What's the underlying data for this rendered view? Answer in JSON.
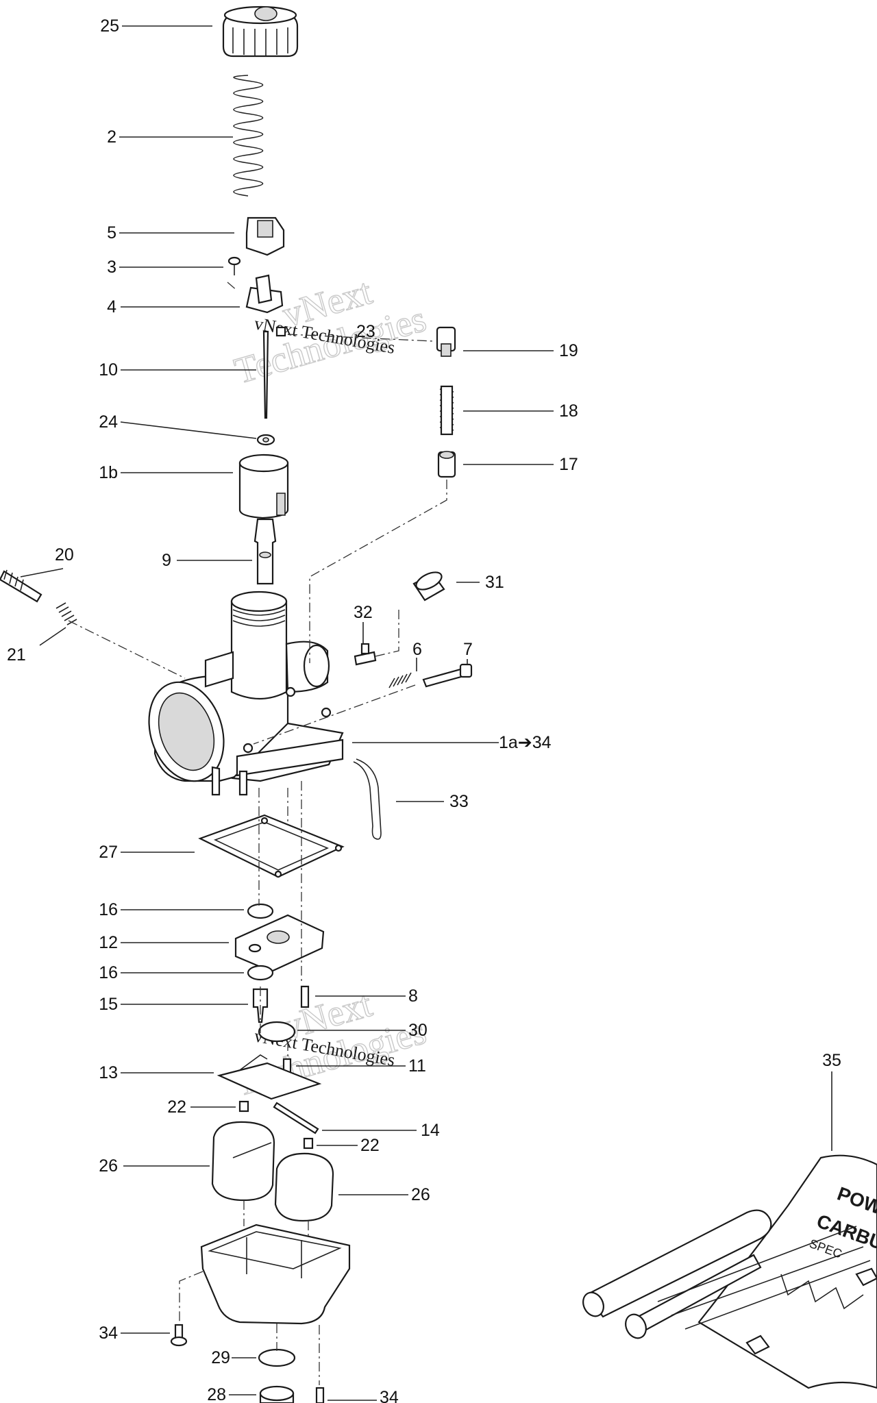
{
  "labels": {
    "l25": "25",
    "l2": "2",
    "l5": "5",
    "l3": "3",
    "l4": "4",
    "l23": "23",
    "l10": "10",
    "l19": "19",
    "l18": "18",
    "l24": "24",
    "l17": "17",
    "l1b": "1b",
    "l9": "9",
    "l20": "20",
    "l31": "31",
    "l32": "32",
    "l21": "21",
    "l6": "6",
    "l7": "7",
    "l1a34": "1a➔34",
    "l33": "33",
    "l27": "27",
    "l16a": "16",
    "l12": "12",
    "l16b": "16",
    "l15": "15",
    "l8": "8",
    "l30": "30",
    "l11": "11",
    "l13": "13",
    "l22a": "22",
    "l14": "14",
    "l22b": "22",
    "l35": "35",
    "l26a": "26",
    "l26b": "26",
    "l34a": "34",
    "l29": "29",
    "l28": "28",
    "l34b": "34"
  },
  "watermark": {
    "line1": "vNext",
    "line2": "Technologies",
    "overlay": "vNext Technologies"
  },
  "kit_text": {
    "line1": "POWE",
    "line2": "CARBU",
    "line3": "SPEC"
  }
}
